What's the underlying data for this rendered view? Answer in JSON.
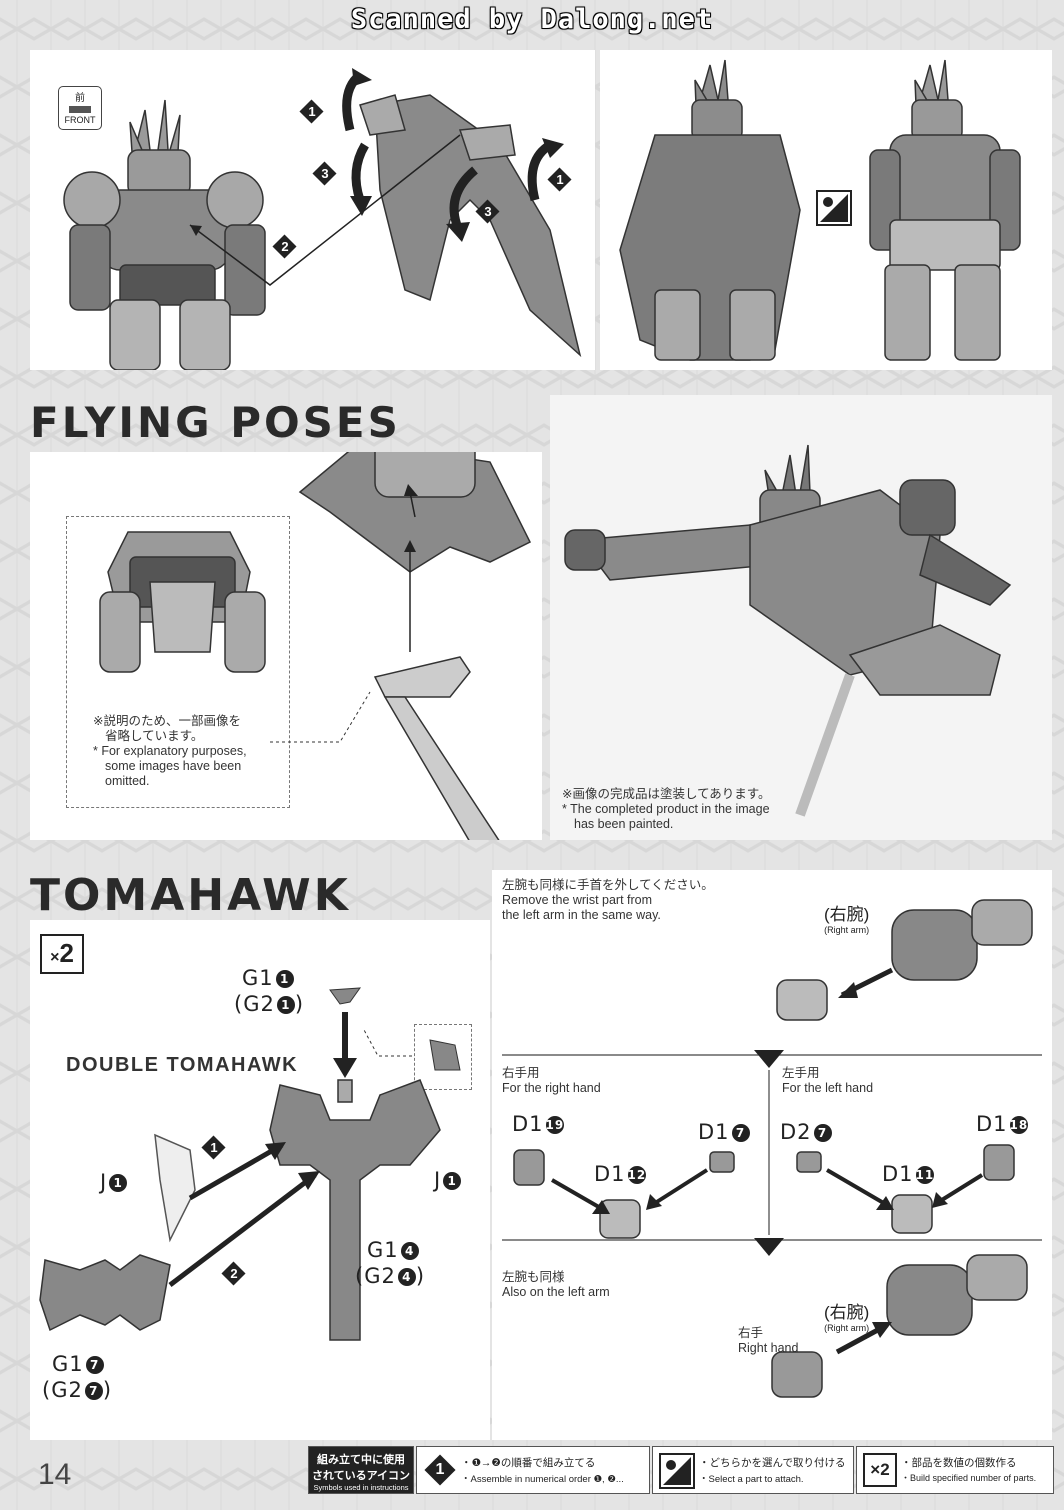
{
  "watermark": "Scanned by Dalong.net",
  "page_number": "14",
  "top": {
    "front_badge_jp": "前",
    "front_badge_en": "FRONT",
    "steps": [
      "1",
      "2",
      "3",
      "3",
      "1"
    ]
  },
  "flying": {
    "title": "FLYING POSES",
    "omit_note_jp_1": "※説明のため、一部画像を",
    "omit_note_jp_2": "省略しています。",
    "omit_note_en_1": "* For explanatory purposes,",
    "omit_note_en_2": "some images have been",
    "omit_note_en_3": "omitted.",
    "painted_jp": "※画像の完成品は塗装してあります。",
    "painted_en_1": "* The completed product in the image",
    "painted_en_2": "has been painted."
  },
  "tomahawk": {
    "title": "TOMAHAWK",
    "qty": "2",
    "subtitle": "DOUBLE TOMAHAWK",
    "g1_top": "G1",
    "g1_top_n": "1",
    "g2_top": "(G2",
    "g2_top_n": "1",
    "j_left": "J",
    "j_left_n": "1",
    "j_right": "J",
    "j_right_n": "1",
    "g1_mid": "G1",
    "g1_mid_n": "4",
    "g2_mid": "(G2",
    "g2_mid_n": "4",
    "g1_bot": "G1",
    "g1_bot_n": "7",
    "g2_bot": "(G2",
    "g2_bot_n": "7",
    "step1": "1",
    "step2": "2"
  },
  "hands": {
    "remove_jp": "左腕も同様に手首を外してください。",
    "remove_en_1": "Remove the wrist part from",
    "remove_en_2": "the left arm in the same way.",
    "right_arm_jp": "(右腕)",
    "right_arm_en": "(Right arm)",
    "right_hand_jp": "右手用",
    "right_hand_en": "For the right hand",
    "left_hand_jp": "左手用",
    "left_hand_en": "For the left hand",
    "d1_19": "D1",
    "d1_19_n": "19",
    "d1_7": "D1",
    "d1_7_n": "7",
    "d1_12": "D1",
    "d1_12_n": "12",
    "d2_7": "D2",
    "d2_7_n": "7",
    "d1_18": "D1",
    "d1_18_n": "18",
    "d1_11": "D1",
    "d1_11_n": "11",
    "left_same_jp": "左腕も同様",
    "left_same_en": "Also on the left arm",
    "right_arm2_jp": "(右腕)",
    "right_arm2_en": "(Right arm)",
    "right_hand2_jp": "右手",
    "right_hand2_en": "Right hand"
  },
  "legend": {
    "heading_1": "組み立て中に使用",
    "heading_2": "されているアイコン",
    "heading_en": "Symbols used in instructions",
    "icon1_num": "1",
    "icon1_jp": "・❶→❷の順番で組み立てる",
    "icon1_en": "・Assemble in numerical order ❶, ❷...",
    "icon2_jp": "・どちらかを選んで取り付ける",
    "icon2_en": "・Select a part to attach.",
    "icon3_label": "×2",
    "icon3_jp": "・部品を数値の個数作る",
    "icon3_en": "・Build specified number of parts."
  },
  "colors": {
    "ink": "#222222",
    "panel": "#ffffff",
    "background": "#e4e4e4"
  }
}
